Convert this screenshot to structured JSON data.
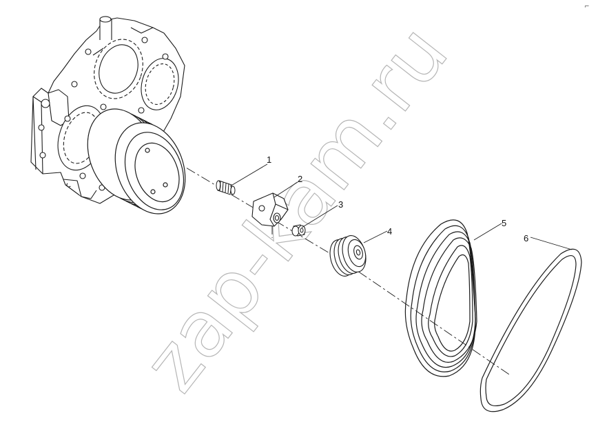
{
  "watermark": "zap-kam.ru",
  "corner_mark": "⌐",
  "callouts": [
    {
      "label": "1",
      "part": "tensioner-bolt"
    },
    {
      "label": "2",
      "part": "tensioner-bracket"
    },
    {
      "label": "3",
      "part": "bushing"
    },
    {
      "label": "4",
      "part": "idler-pulley"
    },
    {
      "label": "5",
      "part": "multi-rib-belt"
    },
    {
      "label": "6",
      "part": "v-belt"
    }
  ],
  "colors": {
    "line": "#1a1a1a",
    "watermark": "#b5b5b5",
    "background": "#ffffff"
  }
}
